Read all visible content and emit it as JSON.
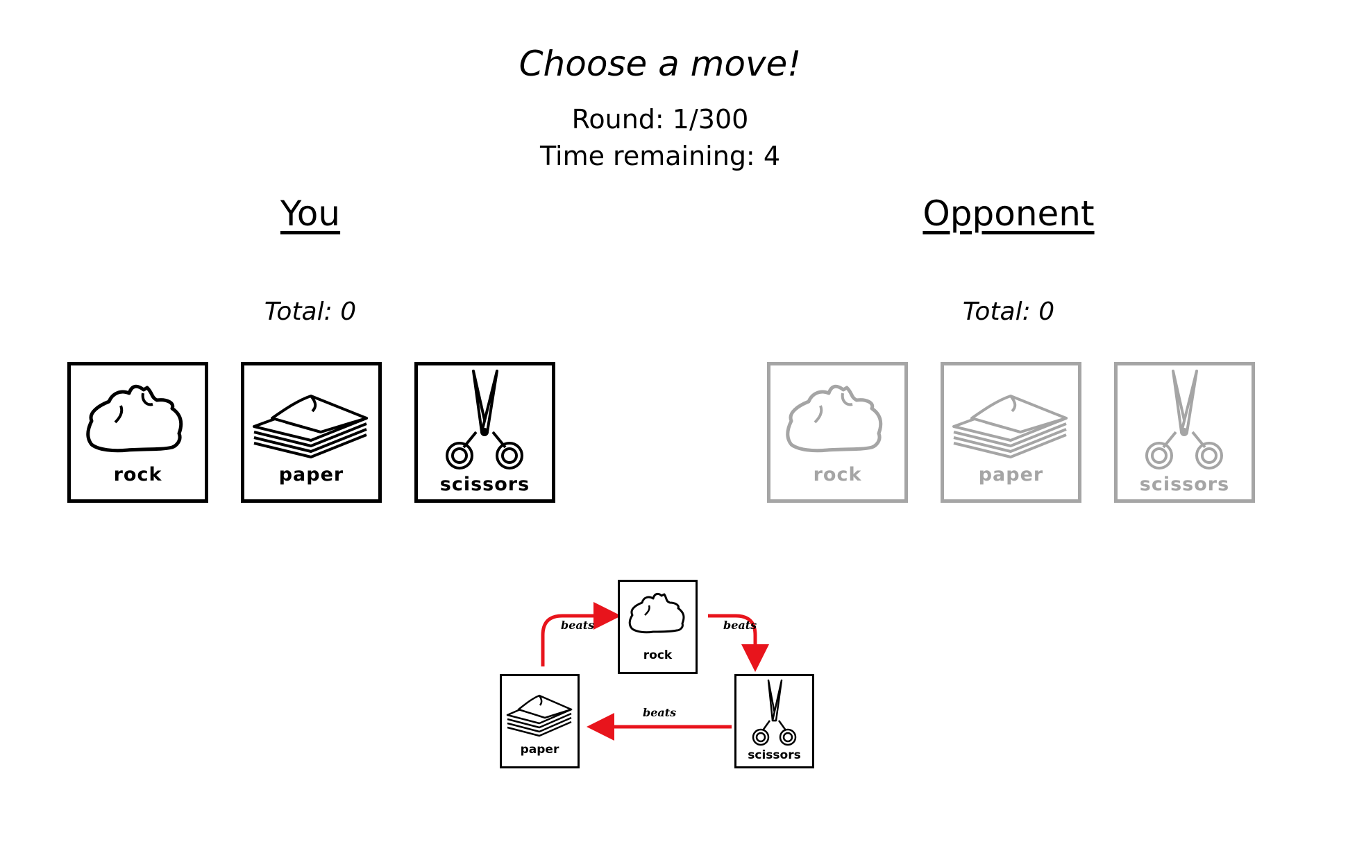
{
  "header": {
    "title": "Choose a move!",
    "round": "Round: 1/300",
    "time_remaining": "Time remaining: 4"
  },
  "you": {
    "heading": "You",
    "total": "Total: 0",
    "moves": [
      {
        "label": "rock",
        "icon": "rock-icon"
      },
      {
        "label": "paper",
        "icon": "paper-icon"
      },
      {
        "label": "scissors",
        "icon": "scissors-icon"
      }
    ]
  },
  "opponent": {
    "heading": "Opponent",
    "total": "Total: 0",
    "moves": [
      {
        "label": "rock",
        "icon": "rock-icon"
      },
      {
        "label": "paper",
        "icon": "paper-icon"
      },
      {
        "label": "scissors",
        "icon": "scissors-icon"
      }
    ]
  },
  "rules_diagram": {
    "nodes": [
      "rock",
      "scissors",
      "paper"
    ],
    "edge_label": "beats",
    "arrow_color": "#e8141c"
  },
  "colors": {
    "active_border": "#000000",
    "disabled_border": "#a5a5a5"
  }
}
